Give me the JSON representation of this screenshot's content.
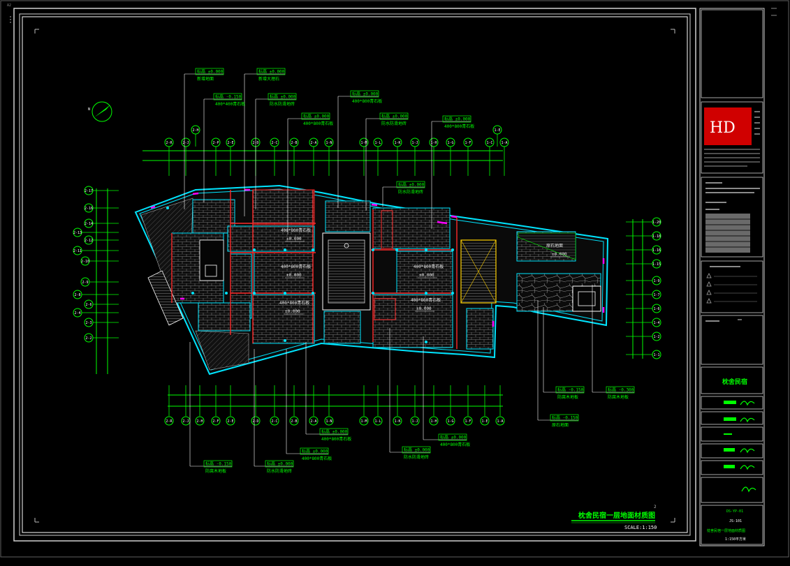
{
  "colors": {
    "background": "#000000",
    "frame": "#c8c8c8",
    "axis": "#00ff00",
    "wall": "#00e5ff",
    "partition": "#ff2a2a",
    "door": "#ff00ff",
    "floor_tile": "#8c8c8c",
    "stair": "#ffd000",
    "logo": "#d00000"
  },
  "drawing": {
    "title": "枕舍民宿一层地面材质图",
    "scale": "SCALE:1:150",
    "page_ref": "2"
  },
  "top_axis": [
    "2-R",
    "2-J",
    "2-P",
    "2-E",
    "2-D",
    "2-C",
    "2-B",
    "2-A",
    "1-N",
    "1-M",
    "1-L",
    "1-K",
    "1-J",
    "1-H",
    "1-G",
    "1-F",
    "1-C",
    "1-A"
  ],
  "top_axis_upper": [
    "2-H",
    "1-E"
  ],
  "bottom_axis": [
    "2-R",
    "2-J",
    "2-H",
    "2-F",
    "2-E",
    "2-D",
    "2-C",
    "2-B",
    "2-A",
    "1-N",
    "1-M",
    "1-L",
    "1-K",
    "1-J",
    "1-H",
    "1-G",
    "1-F",
    "1-E",
    "1-A"
  ],
  "left_axis": [
    "2-17",
    "2-16",
    "2-14",
    "2-13",
    "2-12",
    "2-11",
    "2-10",
    "2-9",
    "2-8",
    "2-6",
    "2-4",
    "2-3",
    "2-2"
  ],
  "right_axis": [
    "1-20",
    "1-18",
    "1-16",
    "1-15",
    "1-9",
    "1-7",
    "1-6",
    "1-4",
    "1-2",
    "1-1"
  ],
  "callouts": [
    {
      "level": "标高 ±0.000",
      "material": "新增地面"
    },
    {
      "level": "标高 ±0.000",
      "material": "新增大理石"
    },
    {
      "level": "标高 -0.150",
      "material": "400*400青石板"
    },
    {
      "level": "标高 ±0.000",
      "material": "防水防滑地砖"
    },
    {
      "level": "标高 ±0.000",
      "material": "400*800青石板"
    },
    {
      "level": "标高 ±0.000",
      "material": "400*800青石板"
    },
    {
      "level": "标高 ±0.000",
      "material": "防水防滑地砖"
    },
    {
      "level": "标高 ±0.000",
      "material": "400*800青石板"
    },
    {
      "level": "标高 ±0.000",
      "material": "防水防滑地砖"
    },
    {
      "level": "标高 -0.150",
      "material": "防腐木地板"
    },
    {
      "level": "标高 -0.300",
      "material": "防腐木地板"
    },
    {
      "level": "标高 -0.150",
      "material": "原石地面"
    },
    {
      "level": "标高 ±0.000",
      "material": "400*800青石板"
    },
    {
      "level": "标高 ±0.000",
      "material": "400*800青石板"
    },
    {
      "level": "标高 ±0.000",
      "material": "400*800青石板"
    },
    {
      "level": "标高 ±0.000",
      "material": "防水防滑地砖"
    },
    {
      "level": "标高 ±0.000",
      "material": "防水防滑地砖"
    },
    {
      "level": "标高 -0.150",
      "material": "防腐木地板"
    }
  ],
  "room_labels": [
    {
      "text": "400*800青石板",
      "level": "±0.000"
    },
    {
      "text": "400*800青石板",
      "level": "±0.000"
    },
    {
      "text": "400*800青石板",
      "level": "±0.000"
    },
    {
      "text": "400*800青石板",
      "level": "±0.000"
    },
    {
      "text": "400*800青石板",
      "level": "±0.000"
    },
    {
      "text": "原石地面",
      "level": "±0.000"
    }
  ],
  "title_block": {
    "logo_text": "HD",
    "project_name": "枕舍民宿",
    "drawing_no": "DS-YP-01",
    "sheet_no": "JS-101",
    "sheet_title": "枕舍民宿一层地面材质图",
    "scale_note": "1:150平方米"
  }
}
